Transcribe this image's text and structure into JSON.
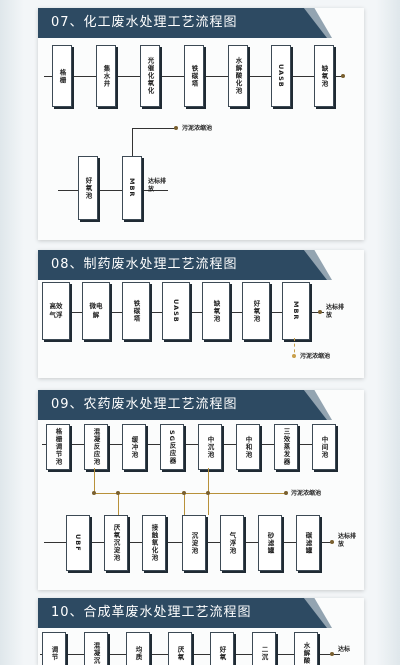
{
  "section07": {
    "title": "07、化工废水处理工艺流程图",
    "row1": [
      "格栅",
      "集水井",
      "光催化氧化",
      "铁碳塔",
      "水解酸化池",
      "UASB",
      "缺氧池"
    ],
    "sludge": "污泥浓缩池",
    "row2": [
      "好氧池",
      "MBR"
    ],
    "outlet": "达标排放"
  },
  "section08": {
    "title": "08、制药废水处理工艺流程图",
    "row1": [
      "高效气浮",
      "微电解",
      "铁碳塔",
      "UASB",
      "缺氧池",
      "好氧池",
      "MBR"
    ],
    "outlet": "达标排放",
    "sludge": "污泥浓缩池"
  },
  "section09": {
    "title": "09、农药废水处理工艺流程图",
    "row1": [
      "格栅调节池",
      "混凝反应池",
      "缓冲池",
      "SG反应器",
      "中沉池",
      "中和池",
      "三效蒸发器",
      "中间池"
    ],
    "sludge": "污泥浓缩池",
    "row2": [
      "UBF",
      "厌氧沉淀池",
      "接触氧化池",
      "沉淀池",
      "气浮池",
      "砂滤罐",
      "碳滤罐"
    ],
    "outlet": "达标排放"
  },
  "section10": {
    "title": "10、合成革废水处理工艺流程图",
    "row1": [
      "调节",
      "混凝沉",
      "均质",
      "厌氧",
      "好氧",
      "二沉",
      "水解酸"
    ],
    "outlet": "达标"
  }
}
